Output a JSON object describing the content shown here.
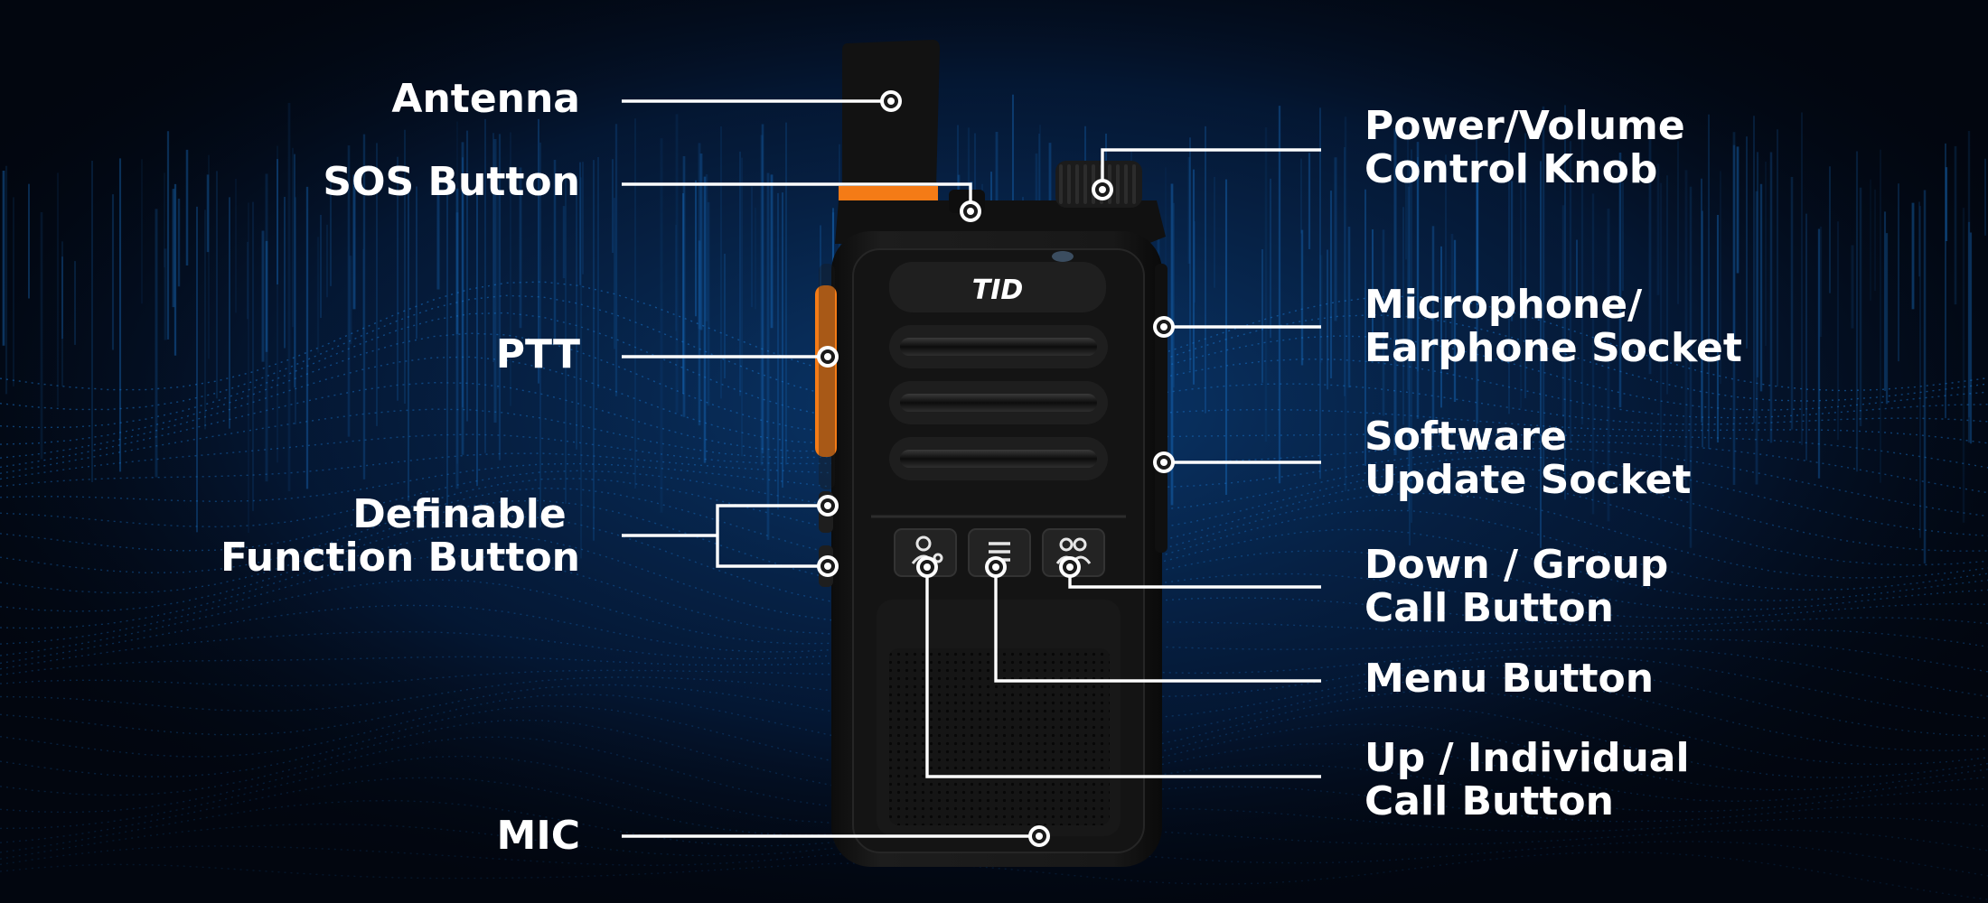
{
  "brand": {
    "logo_text": "TID"
  },
  "colors": {
    "background": "#02060f",
    "wave": "#1a7ad6",
    "accent": "#f47b16",
    "label": "#ffffff",
    "radio_body": "#141414"
  },
  "icons": {
    "up_individual": "person-icon",
    "menu": "menu-lines-icon",
    "down_group": "group-icon"
  },
  "callouts": {
    "antenna": [
      "Antenna"
    ],
    "sos_button": [
      "SOS Button"
    ],
    "ptt": [
      "PTT"
    ],
    "definable_function_button": [
      "Definable",
      "Function Button"
    ],
    "mic": [
      "MIC"
    ],
    "power_volume_knob": [
      "Power/Volume",
      "Control Knob"
    ],
    "mic_earphone_socket": [
      "Microphone/",
      "Earphone Socket"
    ],
    "software_update_socket": [
      "Software",
      "Update Socket"
    ],
    "down_group_call_button": [
      "Down / Group",
      "Call Button"
    ],
    "menu_button": [
      "Menu Button"
    ],
    "up_individual_call_button": [
      "Up / Individual",
      "Call Button"
    ]
  }
}
